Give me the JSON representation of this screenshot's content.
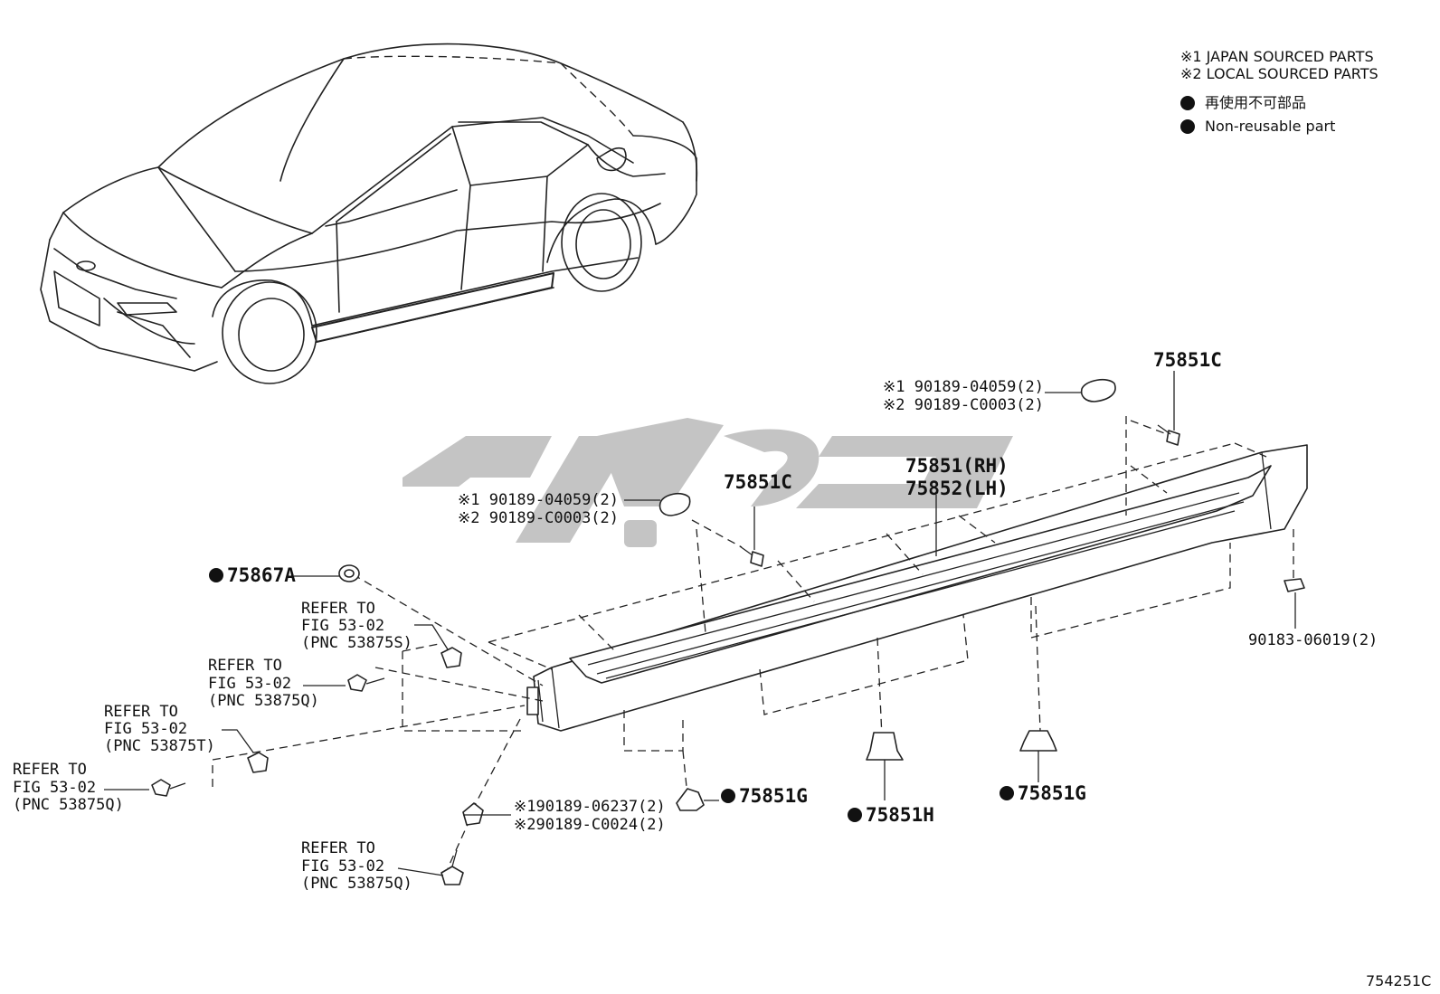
{
  "legend": {
    "mark1": "※1 JAPAN SOURCED PARTS",
    "mark2": "※2 LOCAL SOURCED PARTS",
    "nonreusable_jp": "再使用不可部品",
    "nonreusable_en": "Non-reusable part"
  },
  "callouts": {
    "c_75851c_top": "75851C",
    "c_clip_top_1": "※1 90189-04059(2)",
    "c_clip_top_2": "※2 90189-C0003(2)",
    "c_rh": "75851(RH)",
    "c_lh": "75852(LH)",
    "c_75851c_mid": "75851C",
    "c_clip_mid_1": "※1 90189-04059(2)",
    "c_clip_mid_2": "※2 90189-C0003(2)",
    "c_75867a": "75867A",
    "c_90183": "90183-06019(2)",
    "ref1": {
      "l1": "REFER TO",
      "l2": "FIG 53-02",
      "l3": "(PNC 53875S)"
    },
    "ref2": {
      "l1": "REFER TO",
      "l2": "FIG 53-02",
      "l3": "(PNC 53875Q)"
    },
    "ref3": {
      "l1": "REFER TO",
      "l2": "FIG 53-02",
      "l3": "(PNC 53875T)"
    },
    "ref4": {
      "l1": "REFER TO",
      "l2": "FIG 53-02",
      "l3": "(PNC 53875Q)"
    },
    "ref5": {
      "l1": "REFER TO",
      "l2": "FIG 53-02",
      "l3": "(PNC 53875Q)"
    },
    "c_nut_1": "※190189-06237(2)",
    "c_nut_2": "※290189-C0024(2)",
    "c_75851g_left": "75851G",
    "c_75851h": "75851H",
    "c_75851g_right": "75851G"
  },
  "figure_code": "754251C"
}
